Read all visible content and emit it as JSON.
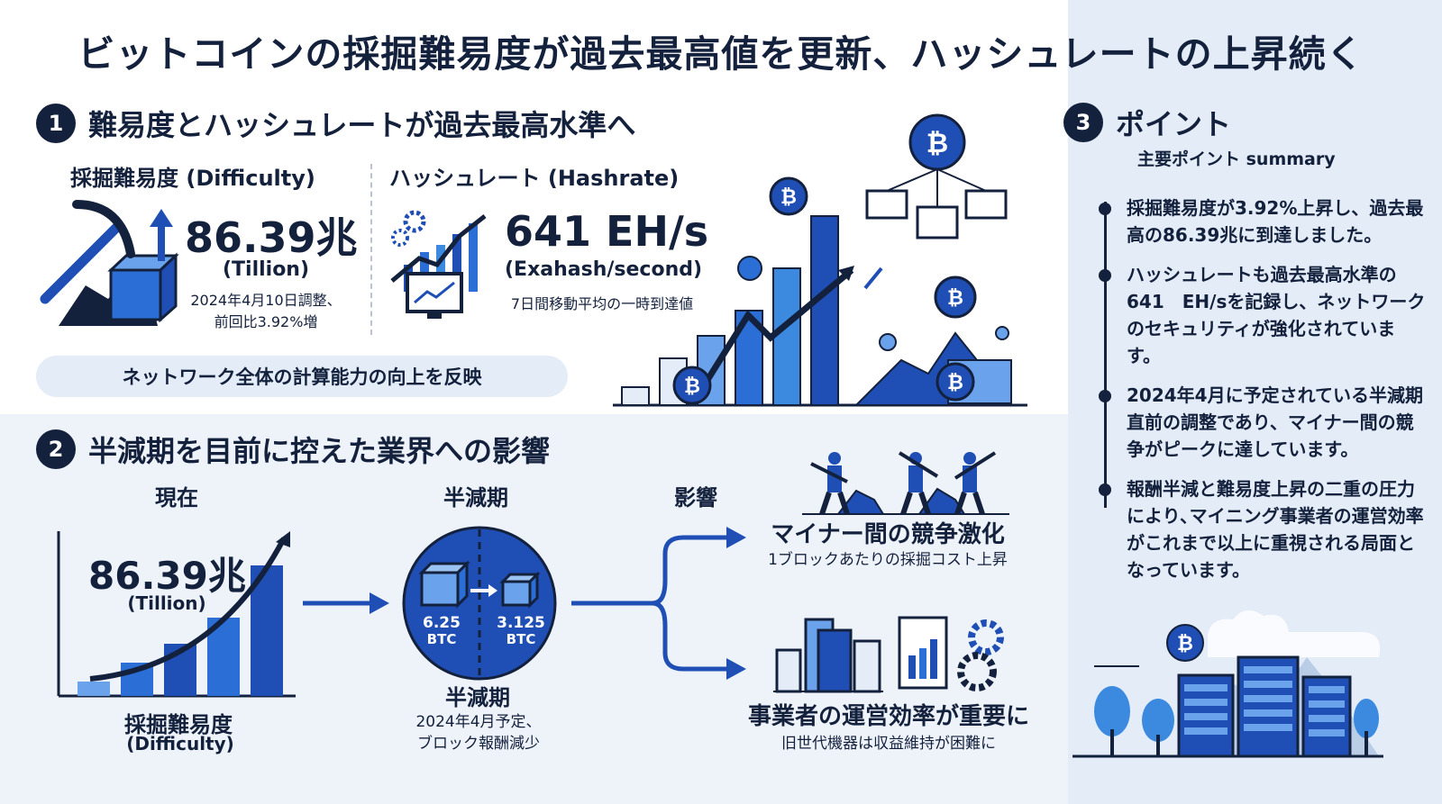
{
  "title": "ビットコインの採掘難易度が過去最高値を更新、ハッシュレートの上昇続く",
  "section1": {
    "number": "1",
    "heading": "難易度とハッシュレートが過去最高水準へ",
    "difficulty": {
      "label": "採掘難易度 (Difficulty)",
      "value": "86.39兆",
      "unit": "(Tillion)",
      "note_line1": "2024年4月10日調整、",
      "note_line2": "前回比3.92%増"
    },
    "hashrate": {
      "label": "ハッシュレート (Hashrate)",
      "value": "641 EH/s",
      "unit": "(Exahash/second)",
      "note": "7日間移動平均の一時到達値"
    },
    "pill": "ネットワーク全体の計算能力の向上を反映"
  },
  "section2": {
    "number": "2",
    "heading": "半減期を目前に控えた業界への影響",
    "current_label": "現在",
    "halving_label": "半減期",
    "impact_label": "影響",
    "chart_value": "86.39兆",
    "chart_unit": "(Tillion)",
    "chart_caption1": "採掘難易度",
    "chart_caption2": "(Difficulty)",
    "reward_before": "6.25",
    "reward_after": "3.125",
    "reward_unit": "BTC",
    "halving_caption": "半減期",
    "halving_note1": "2024年4月予定、",
    "halving_note2": "ブロック報酬減少",
    "impact1_title": "マイナー間の競争激化",
    "impact1_note": "1ブロックあたりの採掘コスト上昇",
    "impact2_title": "事業者の運営効率が重要に",
    "impact2_note": "旧世代機器は収益維持が困難に"
  },
  "section3": {
    "number": "3",
    "heading": "ポイント",
    "subheading": "主要ポイント summary",
    "bullets": [
      "採掘難易度が3.92%上昇し、過去最高の86.39兆に到達しました。",
      "ハッシュレートも過去最高水準の641　EH/sを記録し、ネットワークのセキュリティが強化されています。",
      "2024年4月に予定されている半減期直前の調整であり、マイナー間の競争がピークに達しています。",
      "報酬半減と難易度上昇の二重の圧力により､マイニング事業者の運営効率がこれまで以上に重視される局面となっています。"
    ]
  },
  "colors": {
    "navy": "#14213d",
    "blue": "#1f4fb4",
    "light": "#e3ecf7"
  }
}
